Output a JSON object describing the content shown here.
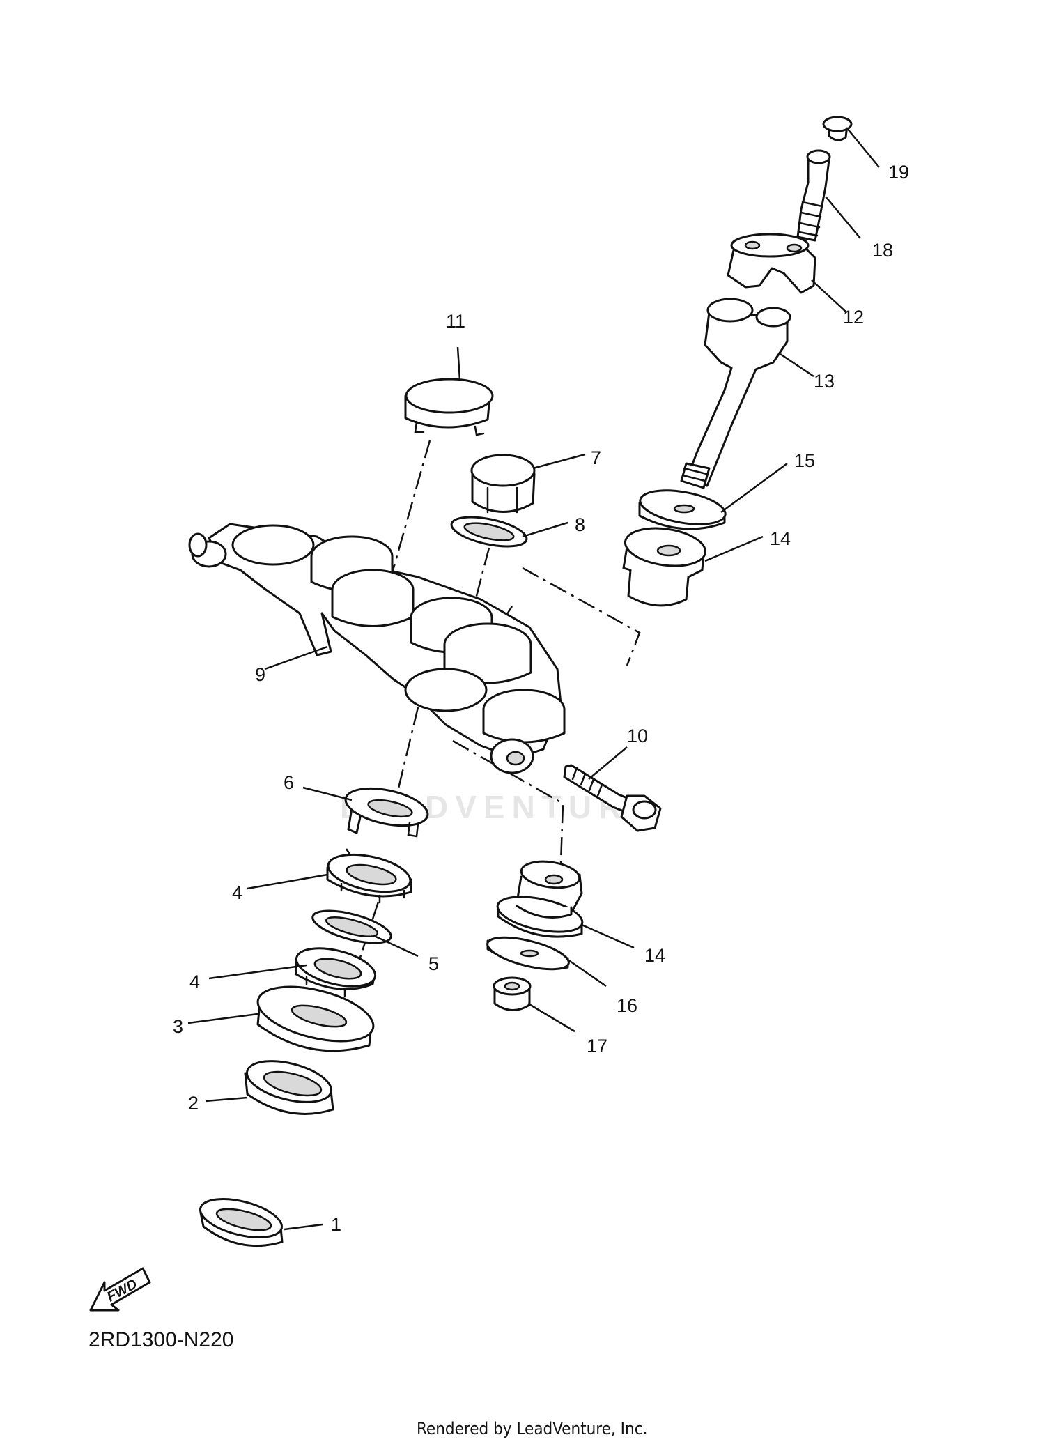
{
  "diagram_code": "2RD1300-N220",
  "footer_credit": "Rendered by LeadVenture, Inc.",
  "watermark": "LEADVENTURE",
  "fwd_arrow_label": "FWD",
  "callouts": {
    "c1": "1",
    "c2": "2",
    "c3": "3",
    "c4a": "4",
    "c4b": "4",
    "c5": "5",
    "c6": "6",
    "c7": "7",
    "c8": "8",
    "c9": "9",
    "c10": "10",
    "c11": "11",
    "c12": "12",
    "c13": "13",
    "c14a": "14",
    "c14b": "14",
    "c15": "15",
    "c16": "16",
    "c17": "17",
    "c18": "18",
    "c19": "19"
  }
}
